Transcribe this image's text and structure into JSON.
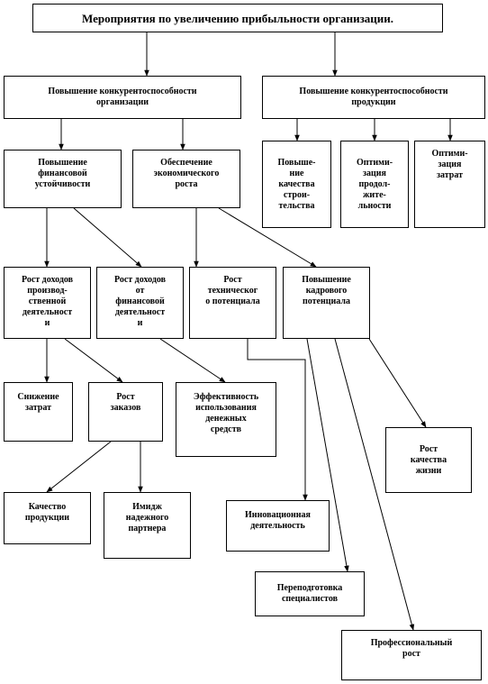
{
  "nodes": {
    "title": "Мероприятия по увеличению прибыльности организации.",
    "org_competitiveness": "Повышение конкурентоспособности\nорганизации",
    "product_competitiveness": "Повышение конкурентоспособности\nпродукции",
    "quality_construction": "Повыше-\nние\nкачества\nстрои-\nтельства",
    "optimize_duration": "Оптими-\nзация\nпродол-\nжите-\nльности",
    "optimize_costs": "Оптими-\nзация\nзатрат",
    "financial_stability": "Повышение\nфинансовой\nустойчивости",
    "economic_growth": "Обеспечение\nэкономического\nроста",
    "income_production": "Рост доходов\nпроизвод-\nственной\nдеятельност\nи",
    "income_financial": "Рост доходов\nот\nфинансовой\nдеятельност\nи",
    "tech_potential": "Рост\nтехническог\nо потенциала",
    "staff_potential": "Повышение\nкадрового\nпотенциала",
    "cost_reduction": "Снижение\nзатрат",
    "orders_growth": "Рост\nзаказов",
    "cash_efficiency": "Эффективность\nиспользования\nденежных\nсредств",
    "life_quality": "Рост\nкачества\nжизни",
    "product_quality": "Качество\nпродукции",
    "reliable_partner": "Имидж\nнадежного\nпартнера",
    "innovation": "Инновационная\nдеятельность",
    "retraining": "Переподготовка\nспециалистов",
    "professional_growth": "Профессиональный\nрост"
  }
}
